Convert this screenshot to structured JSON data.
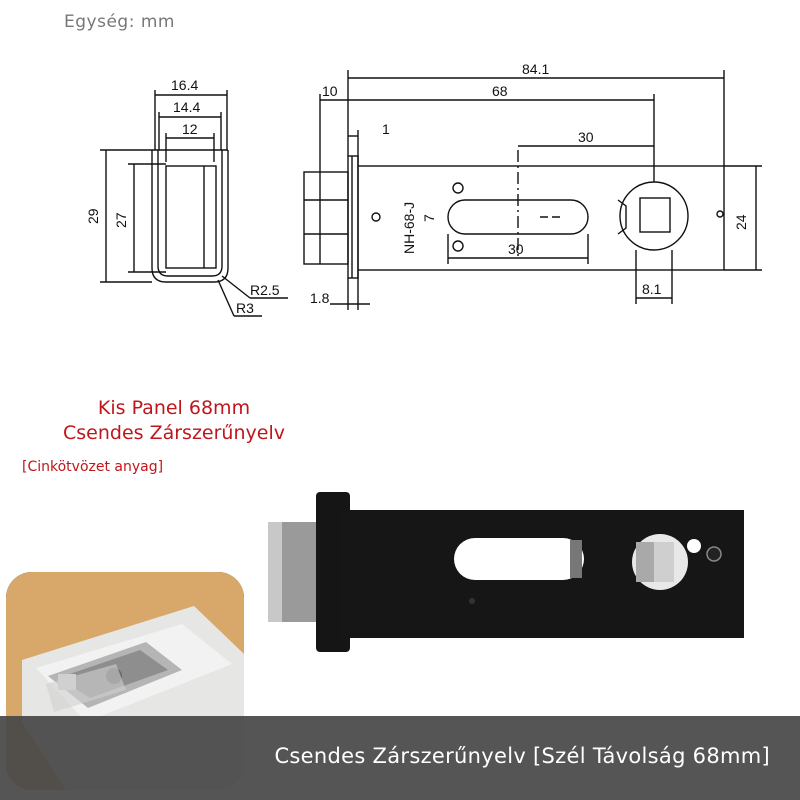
{
  "unit_label": "Egység: mm",
  "drawing": {
    "labels": {
      "w164": "16.4",
      "w144": "14.4",
      "w12": "12",
      "h29": "29",
      "h27": "27",
      "r25": "R2.5",
      "r3": "R3",
      "d10": "10",
      "d841": "84.1",
      "d68": "68",
      "d1": "1",
      "d30top": "30",
      "d30bot": "30",
      "d24": "24",
      "d18": "1.8",
      "d81": "8.1",
      "model": "NH-68-J",
      "seven": "7"
    }
  },
  "title": {
    "line1": "Kis Panel 68mm",
    "line2": "Csendes Zárszerűnyelv"
  },
  "material": "[Cinkötvözet anyag]",
  "bottom_caption": "Csendes Zárszerűnyelv [Szél Távolság 68mm]",
  "colors": {
    "accent_red": "#c0161b",
    "inset_bg": "#d8a86a",
    "plate_black": "#141414",
    "caption_bar": "#464646"
  }
}
